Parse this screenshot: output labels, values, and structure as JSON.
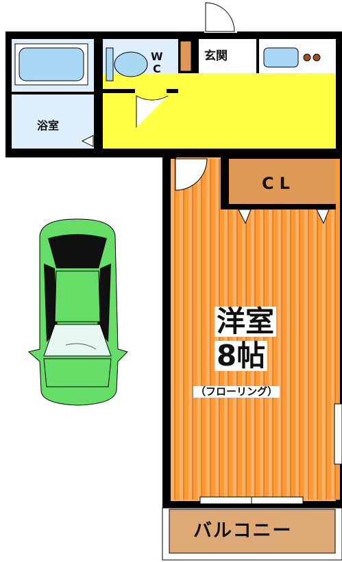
{
  "floor_plan": {
    "rooms": {
      "wc": "W\nC",
      "bath_label": "浴室",
      "entrance": "玄関",
      "closet": "CL",
      "western_room": {
        "type": "洋室",
        "size": "8帖",
        "flooring": "（フローリング）"
      },
      "balcony": "バルコニー"
    },
    "colors": {
      "wall": "#000000",
      "entrance_hall": "#ffff44",
      "wet_area": "#dfeefd",
      "fixture": "#a9d8f5",
      "closet": "#dd9955",
      "floor_stripe": "#ff9933",
      "floor_base": "#f7b266",
      "balcony": "#ddaa77",
      "car_body": "#66dd66"
    },
    "icons": [
      "bathtub-icon",
      "toilet-icon",
      "stove-icon",
      "car-icon",
      "door-swing-icon"
    ]
  }
}
